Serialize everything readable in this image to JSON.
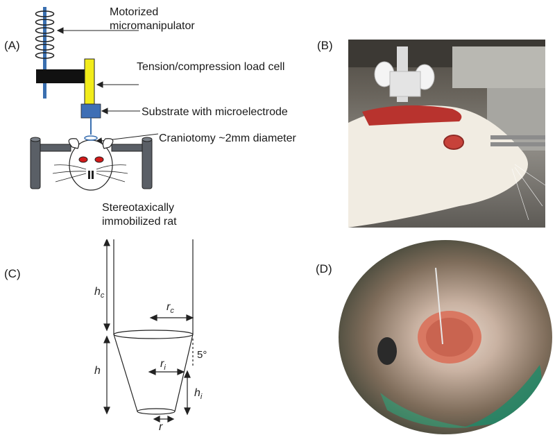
{
  "panels": {
    "a": "(A)",
    "b": "(B)",
    "c": "(C)",
    "d": "(D)"
  },
  "panel_a": {
    "label_motor_line1": "Motorized",
    "label_motor_line2": "micromanipulator",
    "label_loadcell": "Tension/compression load cell",
    "label_substrate": "Substrate with microelectrode",
    "label_craniotomy": "Craniotomy ~2mm diameter",
    "label_rat_line1": "Stereotaxically",
    "label_rat_line2": "immobilized rat"
  },
  "panel_c": {
    "hc": "h",
    "hc_sub": "c",
    "rc": "r",
    "rc_sub": "c",
    "h": "h",
    "ri": "r",
    "ri_sub": "i",
    "hi": "h",
    "hi_sub": "i",
    "r": "r",
    "angle": "5°"
  },
  "colors": {
    "load_cell": "#f2ec1a",
    "beam": "#111111",
    "post": "#5a5f66",
    "substrate": "#3f6fb5",
    "shaft": "#3a6fb0"
  }
}
